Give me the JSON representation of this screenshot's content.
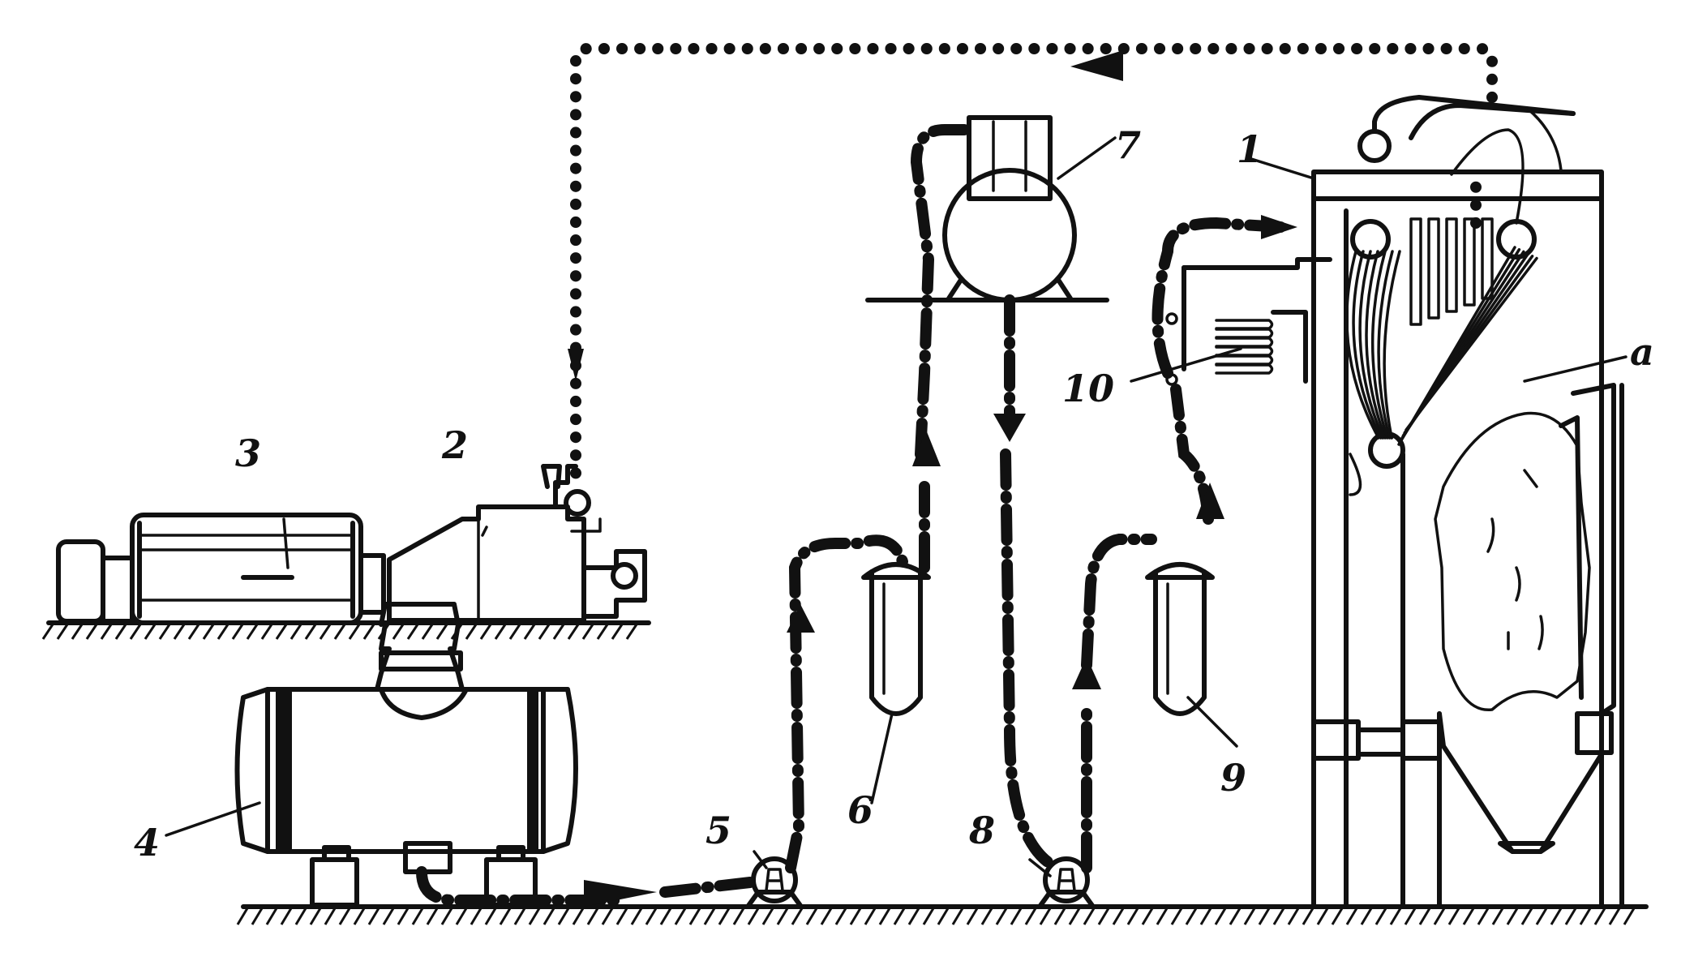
{
  "labels": {
    "l1": "1",
    "l2": "2",
    "l3": "3",
    "l4": "4",
    "l5": "5",
    "l6": "6",
    "l7": "7",
    "l8": "8",
    "l9": "9",
    "l10": "10",
    "la": "a"
  }
}
